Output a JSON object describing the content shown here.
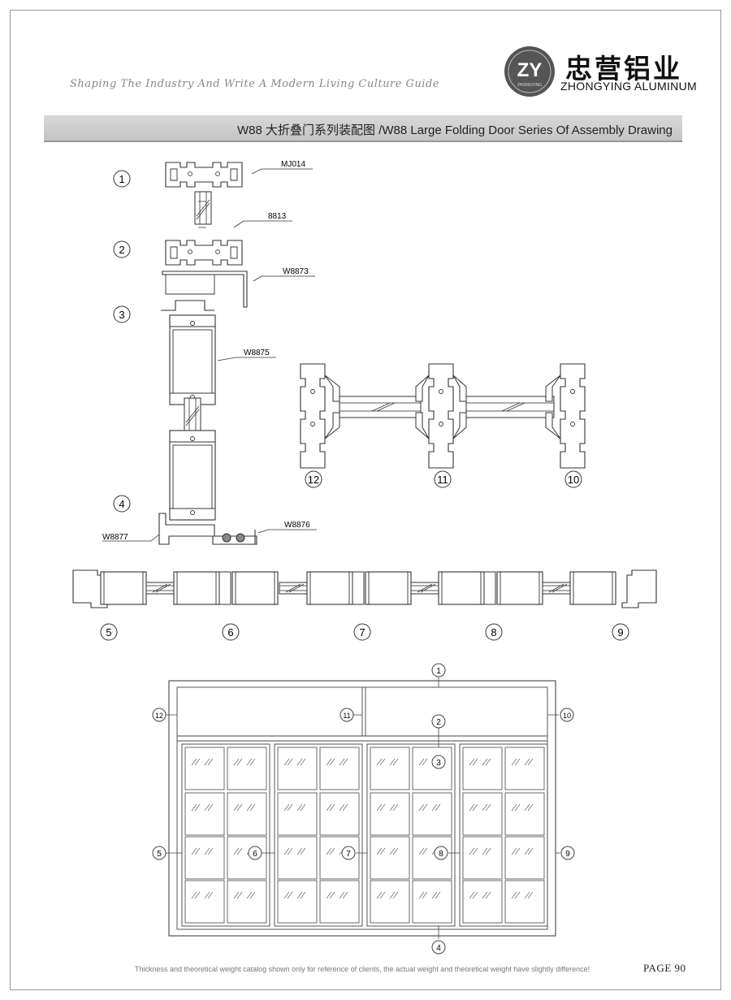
{
  "header": {
    "slogan": "Shaping The Industry And Write A Modern Living Culture Guide",
    "logo_text": "ZY",
    "logo_sub": "ZHONGYING",
    "brand_cn": "忠营铝业",
    "brand_en": "ZHONGYING ALUMINUM"
  },
  "title": "W88 大折叠门系列装配图 /W88 Large Folding Door Series Of Assembly Drawing",
  "section_view": {
    "numbers": [
      "1",
      "2",
      "3",
      "4"
    ],
    "labels": [
      "MJ014",
      "8813",
      "W8873",
      "W8875",
      "W8877",
      "W8876"
    ]
  },
  "plan_view": {
    "numbers": [
      "12",
      "11",
      "10"
    ]
  },
  "horizontal_section": {
    "numbers": [
      "5",
      "6",
      "7",
      "8",
      "9"
    ]
  },
  "elevation": {
    "markers": [
      "1",
      "2",
      "3",
      "4",
      "5",
      "6",
      "7",
      "8",
      "9",
      "10",
      "11",
      "12"
    ]
  },
  "footer": {
    "note": "Thickness and theoretical weight catalog shown only for reference of clients, the actual weight and theoretical weight have slightly difference!",
    "page": "PAGE  90"
  },
  "colors": {
    "title_bar": "#c8c8c8",
    "line": "#333333",
    "frame": "#999999"
  }
}
